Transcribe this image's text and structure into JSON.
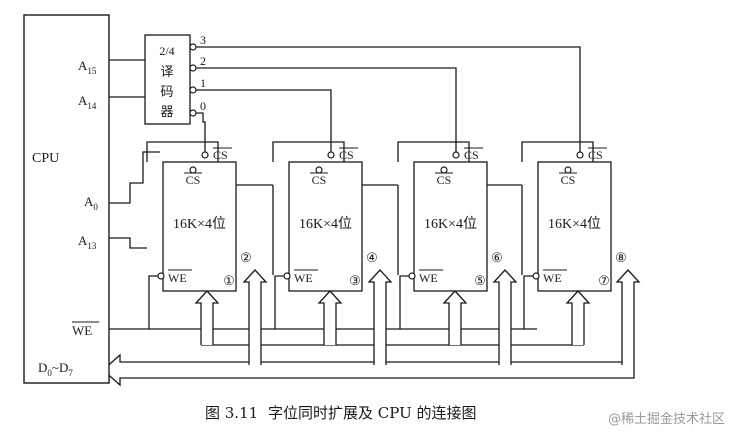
{
  "cpu": {
    "name": "CPU",
    "pins": {
      "a15": {
        "base": "A",
        "sub": "15"
      },
      "a14": {
        "base": "A",
        "sub": "14"
      },
      "a0": {
        "base": "A",
        "sub": "0"
      },
      "a13": {
        "base": "A",
        "sub": "13"
      },
      "we": "WE",
      "data_base": "D",
      "data_sub_from": "0",
      "data_tilde": "~",
      "data_sub_to": "7"
    }
  },
  "decoder": {
    "lines": [
      "2/4",
      "译",
      "码",
      "器"
    ],
    "outputs": [
      "3",
      "2",
      "1",
      "0"
    ]
  },
  "chips": [
    {
      "cs_outer": "CS",
      "cs_inner": "CS",
      "size_label": "16K×4位",
      "we": "WE",
      "left_num": "①",
      "right_num": "②"
    },
    {
      "cs_outer": "CS",
      "cs_inner": "CS",
      "size_label": "16K×4位",
      "we": "WE",
      "left_num": "③",
      "right_num": "④"
    },
    {
      "cs_outer": "CS",
      "cs_inner": "CS",
      "size_label": "16K×4位",
      "we": "WE",
      "left_num": "⑤",
      "right_num": "⑥"
    },
    {
      "cs_outer": "CS",
      "cs_inner": "CS",
      "size_label": "16K×4位",
      "we": "WE",
      "left_num": "⑦",
      "right_num": "⑧"
    }
  ],
  "caption": {
    "figure": "图 3.11",
    "text": "字位同时扩展及 CPU 的连接图"
  },
  "watermark": "@稀土掘金技术社区"
}
